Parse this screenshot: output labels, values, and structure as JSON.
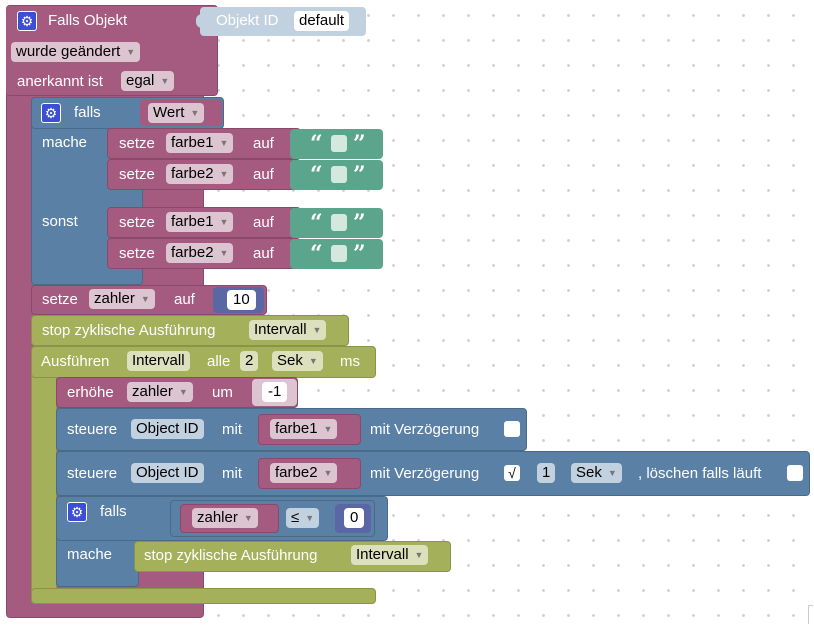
{
  "trigger": {
    "title": "Falls Objekt",
    "object_id_label": "Objekt ID",
    "object_id_value": "default",
    "change_mode": "wurde geändert",
    "ack_label": "anerkannt ist",
    "ack_value": "egal"
  },
  "if_block": {
    "falls": "falls",
    "condition_var": "Wert",
    "mache": "mache",
    "sonst": "sonst"
  },
  "set_var": {
    "setze": "setze",
    "auf": "auf"
  },
  "vars": {
    "farbe1": "farbe1",
    "farbe2": "farbe2",
    "zahler": "zahler"
  },
  "string_quote_open": "“",
  "string_quote_close": "”",
  "set_zahler": {
    "value": "10"
  },
  "stop_interval": {
    "label": "stop zyklische Ausführung",
    "interval": "Intervall"
  },
  "run_interval": {
    "label": "Ausführen",
    "name": "Intervall",
    "alle": "alle",
    "amount": "2",
    "unit": "Sek",
    "ms": "ms"
  },
  "increment": {
    "label": "erhöhe",
    "var": "zahler",
    "um": "um",
    "value": "-1"
  },
  "control": {
    "label": "steuere",
    "object_id": "Object ID",
    "mit": "mit",
    "delay_label": "mit Verzögerung",
    "delay_checked_mark": "√",
    "delay_amount": "1",
    "delay_unit": "Sek",
    "clear_label": ", löschen falls läuft"
  },
  "inner_if": {
    "falls": "falls",
    "var": "zahler",
    "operator": "≤",
    "value": "0",
    "mache": "mache",
    "stop_label": "stop zyklische Ausführung",
    "stop_interval": "Intervall"
  },
  "icons": {
    "gear": "gear-icon",
    "dropdown": "dropdown-arrow-icon"
  },
  "colors": {
    "event": "#a55b80",
    "logic": "#5b80a5",
    "variable": "#a55b80",
    "text": "#5ba58c",
    "math": "#5b67a5",
    "timeout": "#a5b05b"
  }
}
